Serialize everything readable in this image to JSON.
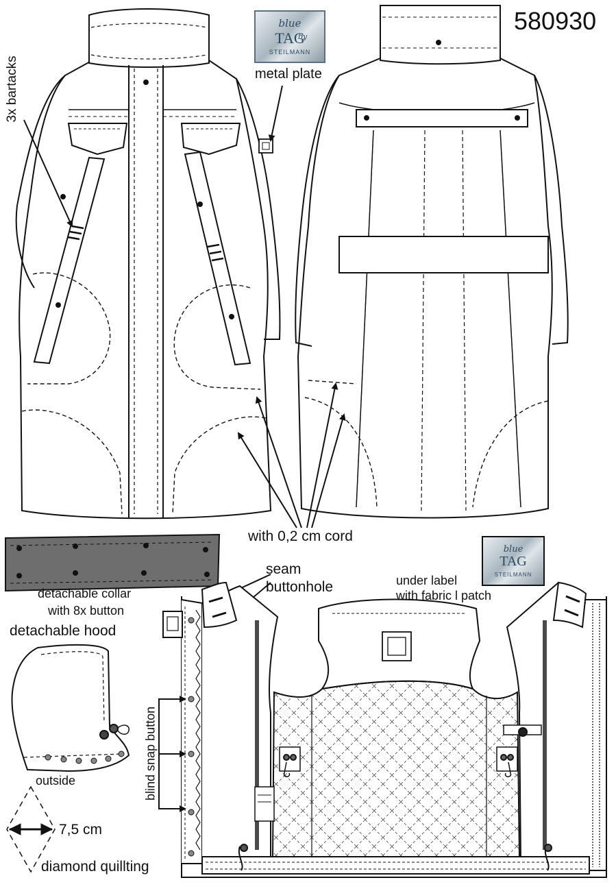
{
  "sheet": {
    "article_number": "580930",
    "brand": {
      "script": "blue",
      "tag": "TAG",
      "by": "by",
      "maker": "STEILMANN"
    }
  },
  "labels": {
    "bartacks": "3x bartacks",
    "metal_plate": "metal plate",
    "cord": "with 0,2 cm cord",
    "seam_buttonhole_line1": "seam",
    "seam_buttonhole_line2": "buttonhole",
    "under_label_line1": "under label",
    "under_label_line2": "with fabric l patch",
    "detachable_collar_line1": "detachable collar",
    "detachable_collar_line2": "with 8x button",
    "detachable_hood": "detachable hood",
    "outside": "outside",
    "blind_snap_button": "blind snap button",
    "measure": "7,5 cm",
    "diamond_quilting": "diamond quillting"
  },
  "colors": {
    "line": "#111111",
    "collar_fill": "#6e6e6e",
    "plate_border": "#5a6f80",
    "plate_text": "#2d4a63",
    "zipper_tape": "#4a4a4a"
  }
}
